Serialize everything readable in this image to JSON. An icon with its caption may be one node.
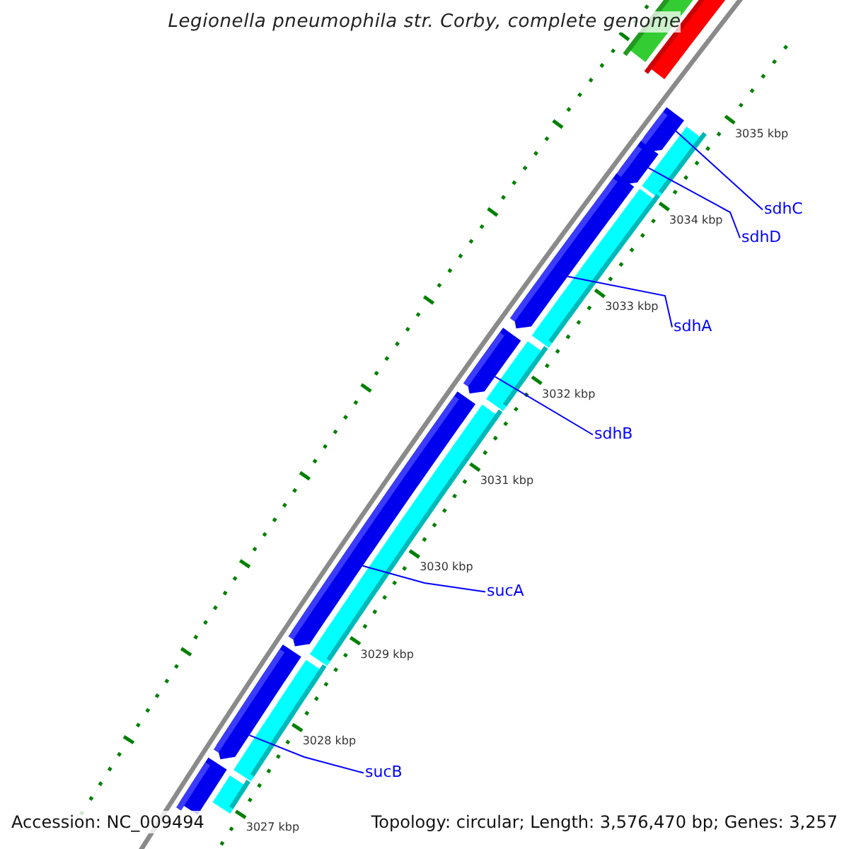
{
  "diagram": {
    "title": "Legionella pneumophila str. Corby, complete genome",
    "nodes": [
      {
        "text": [
          "sdhC"
        ]
      },
      {
        "text": [
          "sdhD"
        ]
      },
      {
        "text": [
          "sdhA"
        ]
      },
      {
        "text": [
          "sdhB"
        ]
      },
      {
        "text": [
          "sucA"
        ]
      },
      {
        "text": [
          "sucB"
        ]
      },
      {
        "text": [],
        "shape": "bar"
      },
      {
        "text": [],
        "shape": "bar"
      },
      {
        "text": [],
        "shape": "bar"
      },
      {
        "text": [],
        "shape": "bar"
      },
      {
        "text": [],
        "shape": "bar"
      },
      {
        "text": [],
        "shape": "bar"
      },
      {
        "text": [],
        "shape": "bar"
      }
    ],
    "edges": [
      {
        "from": 0,
        "to": 6,
        "arrow": "none"
      },
      {
        "from": 1,
        "to": 7,
        "arrow": "none"
      },
      {
        "from": 2,
        "to": 8,
        "arrow": "none"
      },
      {
        "from": 3,
        "to": 9,
        "arrow": "none"
      },
      {
        "from": 4,
        "to": 10,
        "arrow": "none"
      },
      {
        "from": 5,
        "to": 11,
        "arrow": "none"
      }
    ],
    "labels": [
      "3035 kbp",
      "3034 kbp",
      "3033 kbp",
      "3032 kbp",
      "3031 kbp",
      "3030 kbp",
      "3029 kbp",
      "3028 kbp",
      "3027 kbp",
      "Accession: NC_009494",
      "Topology: circular; Length: 3,576,470 bp; Genes: 3,257"
    ]
  }
}
